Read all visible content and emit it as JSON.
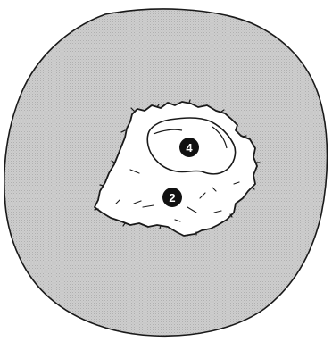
{
  "diagram": {
    "callouts": [
      {
        "id": "callout-4",
        "label": "4"
      },
      {
        "id": "callout-2",
        "label": "2"
      }
    ],
    "colors": {
      "outer_fill": "#c8c8c8",
      "outer_stroke": "#1a1a1a",
      "inner_fill": "#ffffff",
      "line": "#1a1a1a",
      "badge_fill": "#111111",
      "badge_text": "#ffffff"
    }
  }
}
